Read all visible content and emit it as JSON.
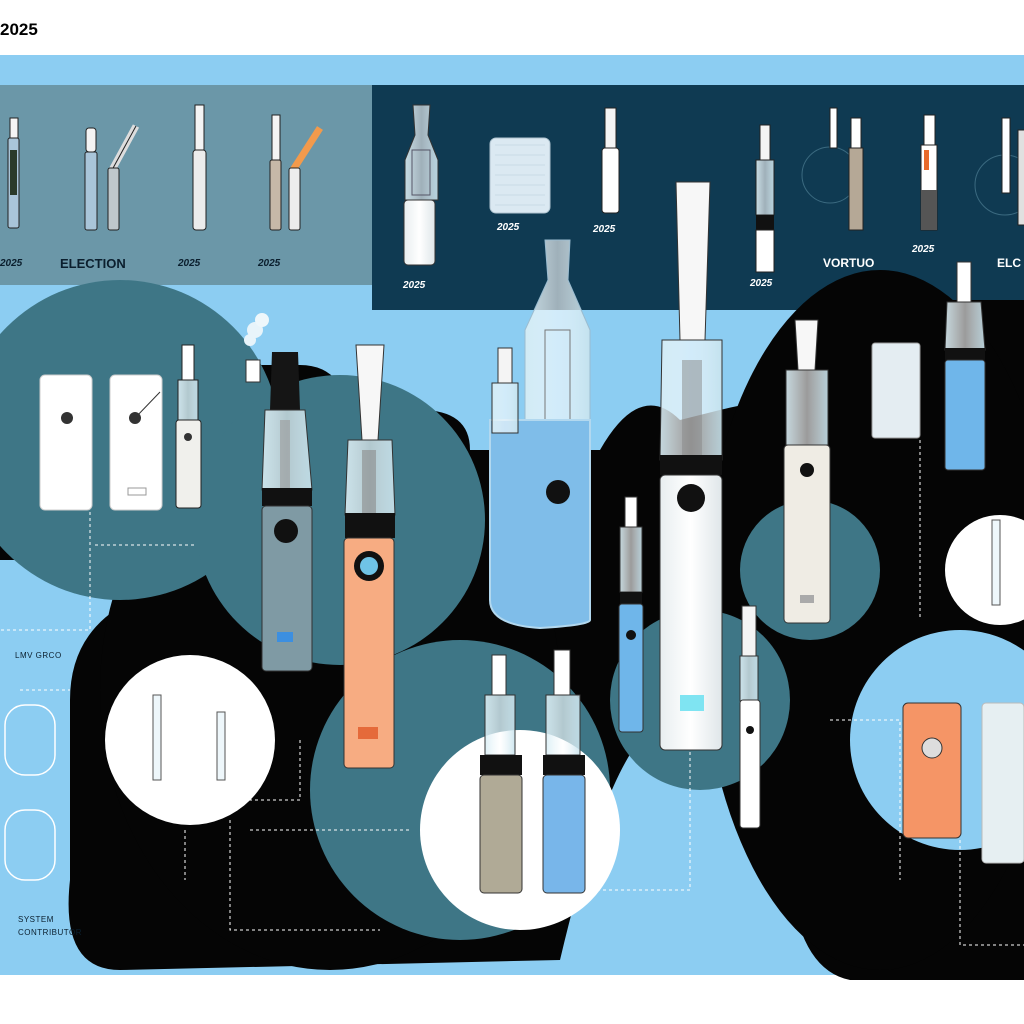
{
  "header": {
    "title": "2025"
  },
  "colors": {
    "sky": "#8ccdf2",
    "navy": "#0f3a52",
    "teal": "#3e7686",
    "black": "#050505",
    "panel_gray": "#6b97a8",
    "white": "#ffffff",
    "peach": "#f4a57f",
    "device_blue": "#7fbde9"
  },
  "top_left_panel": {
    "labels": [
      "2025",
      "ELECTION",
      "2025",
      "2025"
    ]
  },
  "top_right_panel": {
    "labels": [
      "2025",
      "2025",
      "2025",
      "2025",
      "2025",
      "VORTUO",
      "ELC"
    ]
  },
  "side_labels": {
    "left_mid": "LMV GRCO",
    "left_bottom_1": "SYSTEM",
    "left_bottom_2": "CONTRIBUTOR"
  },
  "icons": [
    "vape-pen-icon",
    "cartridge-icon",
    "coil-mesh-icon",
    "pod-device-icon",
    "vapor-puff-icon"
  ]
}
